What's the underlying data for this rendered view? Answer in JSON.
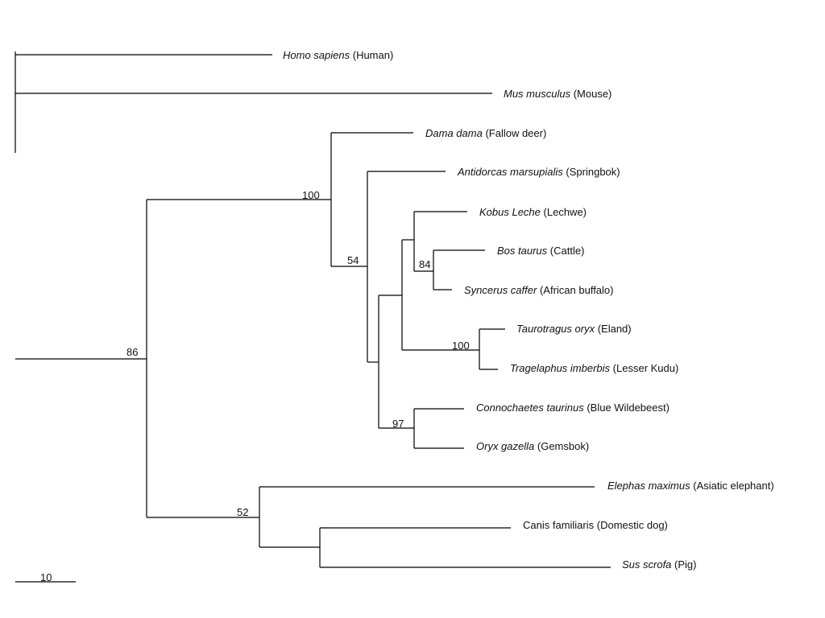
{
  "taxa": [
    {
      "id": "human",
      "scientific": "Homo sapiens",
      "common": "(Human)"
    },
    {
      "id": "mouse",
      "scientific": "Mus musculus",
      "common": "(Mouse)"
    },
    {
      "id": "fallow-deer",
      "scientific": "Dama dama",
      "common": "(Fallow deer)"
    },
    {
      "id": "springbok",
      "scientific": "Antidorcas marsupialis",
      "common": "(Springbok)"
    },
    {
      "id": "lechwe",
      "scientific": "Kobus Leche",
      "common": "(Lechwe)"
    },
    {
      "id": "cattle",
      "scientific": "Bos taurus",
      "common": "(Cattle)"
    },
    {
      "id": "african-buffalo",
      "scientific": "Syncerus caffer",
      "common": "(African buffalo)"
    },
    {
      "id": "eland",
      "scientific": "Taurotragus oryx",
      "common": "(Eland)"
    },
    {
      "id": "lesser-kudu",
      "scientific": "Tragelaphus imberbis",
      "common": "(Lesser Kudu)"
    },
    {
      "id": "blue-wildebeest",
      "scientific": "Connochaetes taurinus",
      "common": "(Blue Wildebeest)"
    },
    {
      "id": "gemsbok",
      "scientific": "Oryx gazella",
      "common": "(Gemsbok)"
    },
    {
      "id": "asiatic-elephant",
      "scientific": "Elephas maximus",
      "common": "(Asiatic elephant)"
    },
    {
      "id": "domestic-dog",
      "scientific": "",
      "common": "Canis familiaris (Domestic dog)"
    },
    {
      "id": "pig",
      "scientific": "Sus scrofa",
      "common": "(Pig)"
    }
  ],
  "bootstrap": {
    "root_clade": "86",
    "bovidae_cervidae": "100",
    "bovidae": "54",
    "kob_bovini": "84",
    "tragelaphini": "100",
    "alcelaphini_oryx": "97",
    "elephant_dog_pig": "52"
  },
  "scale_bar": {
    "label": "10"
  }
}
